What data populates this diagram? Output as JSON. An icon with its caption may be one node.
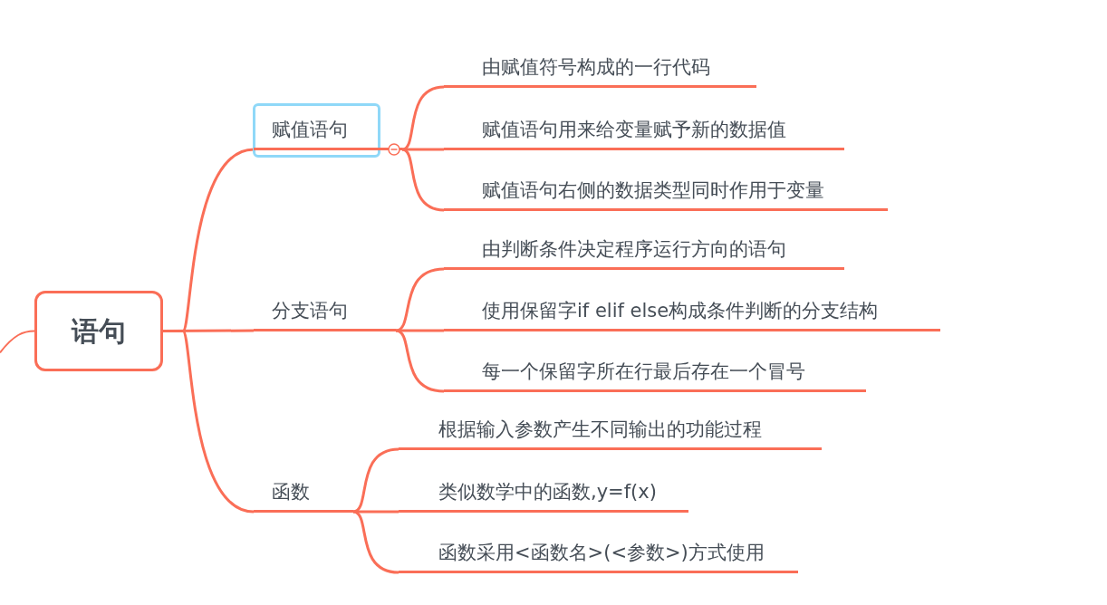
{
  "diagram": {
    "nodes": [
      {
        "text": [
          "语句"
        ]
      },
      {
        "text": [
          "赋值语句"
        ]
      },
      {
        "text": [
          "分支语句"
        ]
      },
      {
        "text": [
          "函数"
        ]
      },
      {
        "text": [
          "由赋值符号构成的一行代码"
        ]
      },
      {
        "text": [
          "赋值语句用来给变量赋予新的数据值"
        ]
      },
      {
        "text": [
          "赋值语句右侧的数据类型同时作用于变量"
        ]
      },
      {
        "text": [
          "由判断条件决定程序运行方向的语句"
        ]
      },
      {
        "text": [
          "使用保留字if elif else构成条件判断的分支结构"
        ]
      },
      {
        "text": [
          "每一个保留字所在行最后存在一个冒号"
        ]
      },
      {
        "text": [
          "根据输入参数产生不同输出的功能过程"
        ]
      },
      {
        "text": [
          "类似数学中的函数,y=f(x)"
        ]
      },
      {
        "text": [
          "函数采用<函数名>(<参数>)方式使用"
        ]
      }
    ],
    "edges": [
      {
        "from": null,
        "to": 0,
        "arrow": "none"
      },
      {
        "from": 0,
        "to": 1,
        "arrow": "none"
      },
      {
        "from": 0,
        "to": 2,
        "arrow": "none"
      },
      {
        "from": 0,
        "to": 3,
        "arrow": "none"
      },
      {
        "from": 1,
        "to": 4,
        "arrow": "none"
      },
      {
        "from": 1,
        "to": 5,
        "arrow": "none"
      },
      {
        "from": 1,
        "to": 6,
        "arrow": "none"
      },
      {
        "from": 2,
        "to": 7,
        "arrow": "none"
      },
      {
        "from": 2,
        "to": 8,
        "arrow": "none"
      },
      {
        "from": 2,
        "to": 9,
        "arrow": "none"
      },
      {
        "from": 3,
        "to": 10,
        "arrow": "none"
      },
      {
        "from": 3,
        "to": 11,
        "arrow": "none"
      },
      {
        "from": 3,
        "to": 12,
        "arrow": "none"
      }
    ]
  }
}
